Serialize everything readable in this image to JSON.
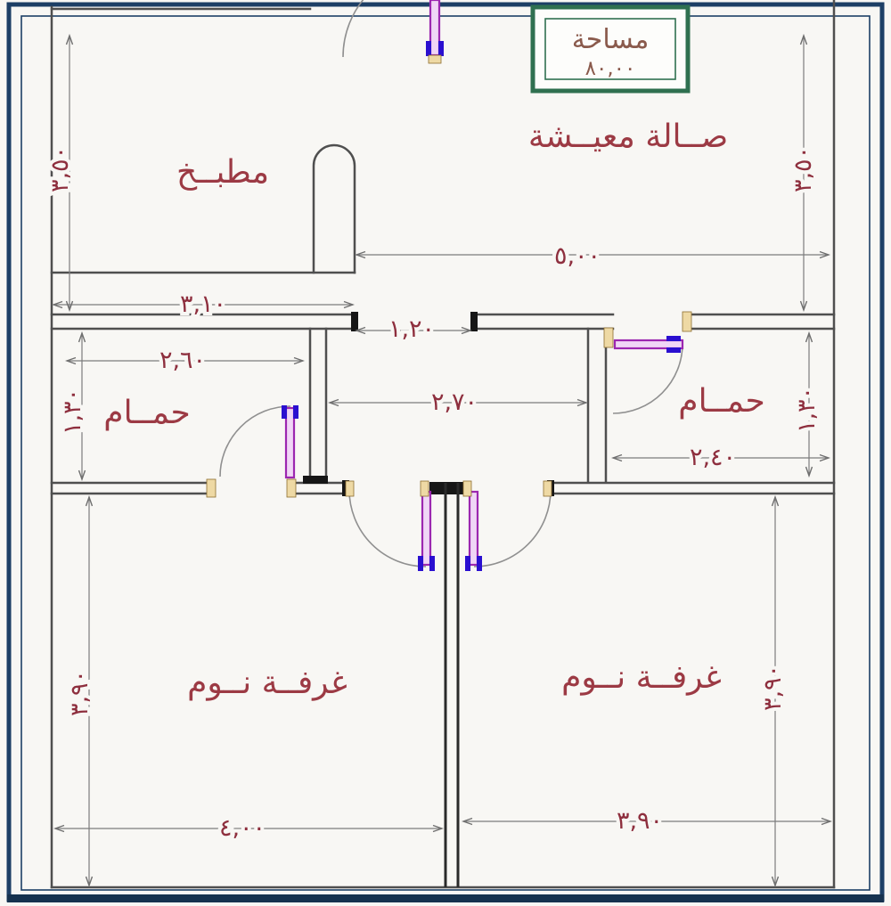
{
  "title_box": {
    "label": "مساحة",
    "value": "٨٠,٠٠"
  },
  "rooms": {
    "kitchen": "مطبــخ",
    "living": "صــالة معيــشة",
    "bath_left": "حمــام",
    "bath_right": "حمــام",
    "bed_left": "غرفــة نــوم",
    "bed_right": "غرفــة نــوم"
  },
  "dimensions": {
    "living_width": "٥,٠٠",
    "kitchen_width": "٣,١٠",
    "entry_width": "١,٢٠",
    "bath_left_width": "٢,٦٠",
    "hall_width": "٢,٧٠",
    "bath_right_width": "٢,٤٠",
    "bed_left_width": "٤,٠٠",
    "bed_right_width": "٣,٩٠",
    "top_left_height": "٣,٥٠",
    "top_right_height": "٣,٥٠",
    "bath_left_height": "١,٣٠",
    "bath_right_height": "١,٣٠",
    "bed_left_height": "٣,٩٠",
    "bed_right_height": "٣,٩٠"
  },
  "colors": {
    "frame_navy": "#1d3f66",
    "title_green": "#2f7050",
    "room_label": "#9c3a44",
    "dimension_text": "#8e2f3e",
    "wall_gray": "#4f4f4f",
    "door_purple": "#9c27b0",
    "hinge_blue": "#2a0fd0",
    "door_frame_tan": "#eed9a4",
    "background": "#f8f7f4"
  }
}
